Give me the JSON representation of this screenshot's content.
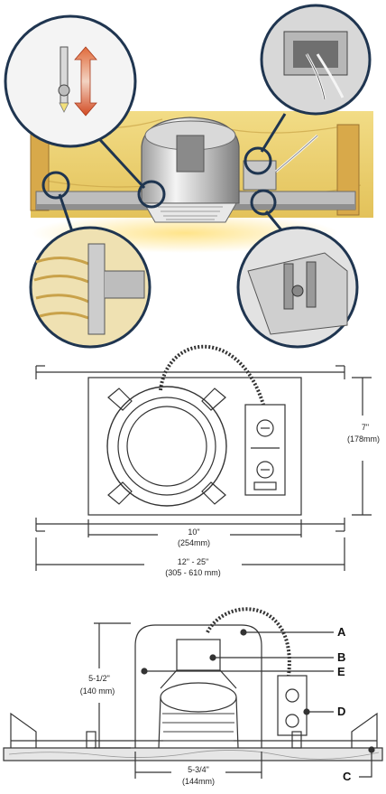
{
  "plan_view": {
    "height_imperial": "7\"",
    "height_metric": "(178mm)",
    "frame_width_imperial": "10\"",
    "frame_width_metric": "(254mm)",
    "bar_range_imperial": "12\" - 25\"",
    "bar_range_metric": "(305 - 610 mm)"
  },
  "side_view": {
    "height_imperial": "5-1/2\"",
    "height_metric": "(140 mm)",
    "width_imperial": "5-3/4\"",
    "width_metric": "(144mm)",
    "callouts": [
      "A",
      "B",
      "E",
      "D",
      "C"
    ]
  },
  "colors": {
    "wood": "#e9cf6a",
    "metal": "#cfcfcf",
    "lens_ring": "#1f3550",
    "arrow": "#d4542a",
    "line": "#333333"
  }
}
